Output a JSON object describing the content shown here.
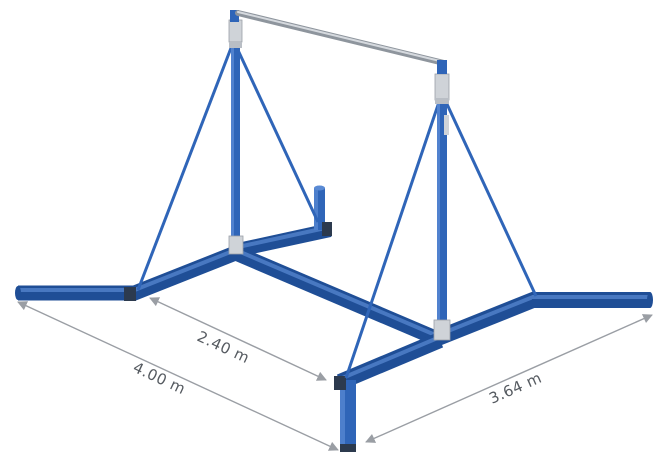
{
  "dimensions": {
    "frame_width": "2.40 m",
    "base_length": "4.00 m",
    "base_depth": "3.64 m"
  },
  "colors": {
    "tube": "#2f65b8",
    "tube_dark": "#1f4e96",
    "tube_light": "#5a8ad4",
    "bar": "#a9b0b8",
    "bracket": "#cfd3d8",
    "dimension_line": "#9a9ea4",
    "text": "#555a60"
  },
  "icons": [
    "tube-end-cap",
    "corner-bracket",
    "dimension-arrow"
  ]
}
